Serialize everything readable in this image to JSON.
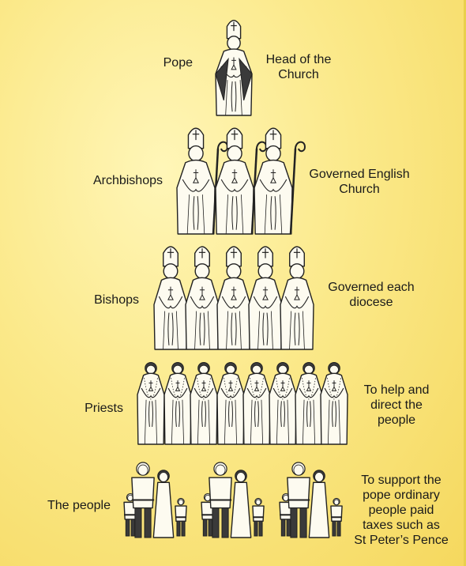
{
  "tiers": [
    {
      "id": "pope",
      "label": "Pope",
      "description": [
        "Head of the",
        "Church"
      ],
      "figure": "pope",
      "count": 1
    },
    {
      "id": "archbishops",
      "label": "Archbishops",
      "description": [
        "Governed English",
        "Church"
      ],
      "figure": "archbishop",
      "count": 3
    },
    {
      "id": "bishops",
      "label": "Bishops",
      "description": [
        "Governed each",
        "diocese"
      ],
      "figure": "bishop",
      "count": 5
    },
    {
      "id": "priests",
      "label": "Priests",
      "description": [
        "To help and",
        "direct the",
        "people"
      ],
      "figure": "priest",
      "count": 8
    },
    {
      "id": "people",
      "label": "The people",
      "description": [
        "To support the",
        "pope ordinary",
        "people paid",
        "taxes such as",
        "St Peter’s Pence"
      ],
      "figure": "family",
      "count": 3
    }
  ],
  "colors": {
    "robe": "#fdfbf0",
    "ink": "#222222",
    "dark": "#3a3a3a",
    "background": "#f8e27a"
  }
}
